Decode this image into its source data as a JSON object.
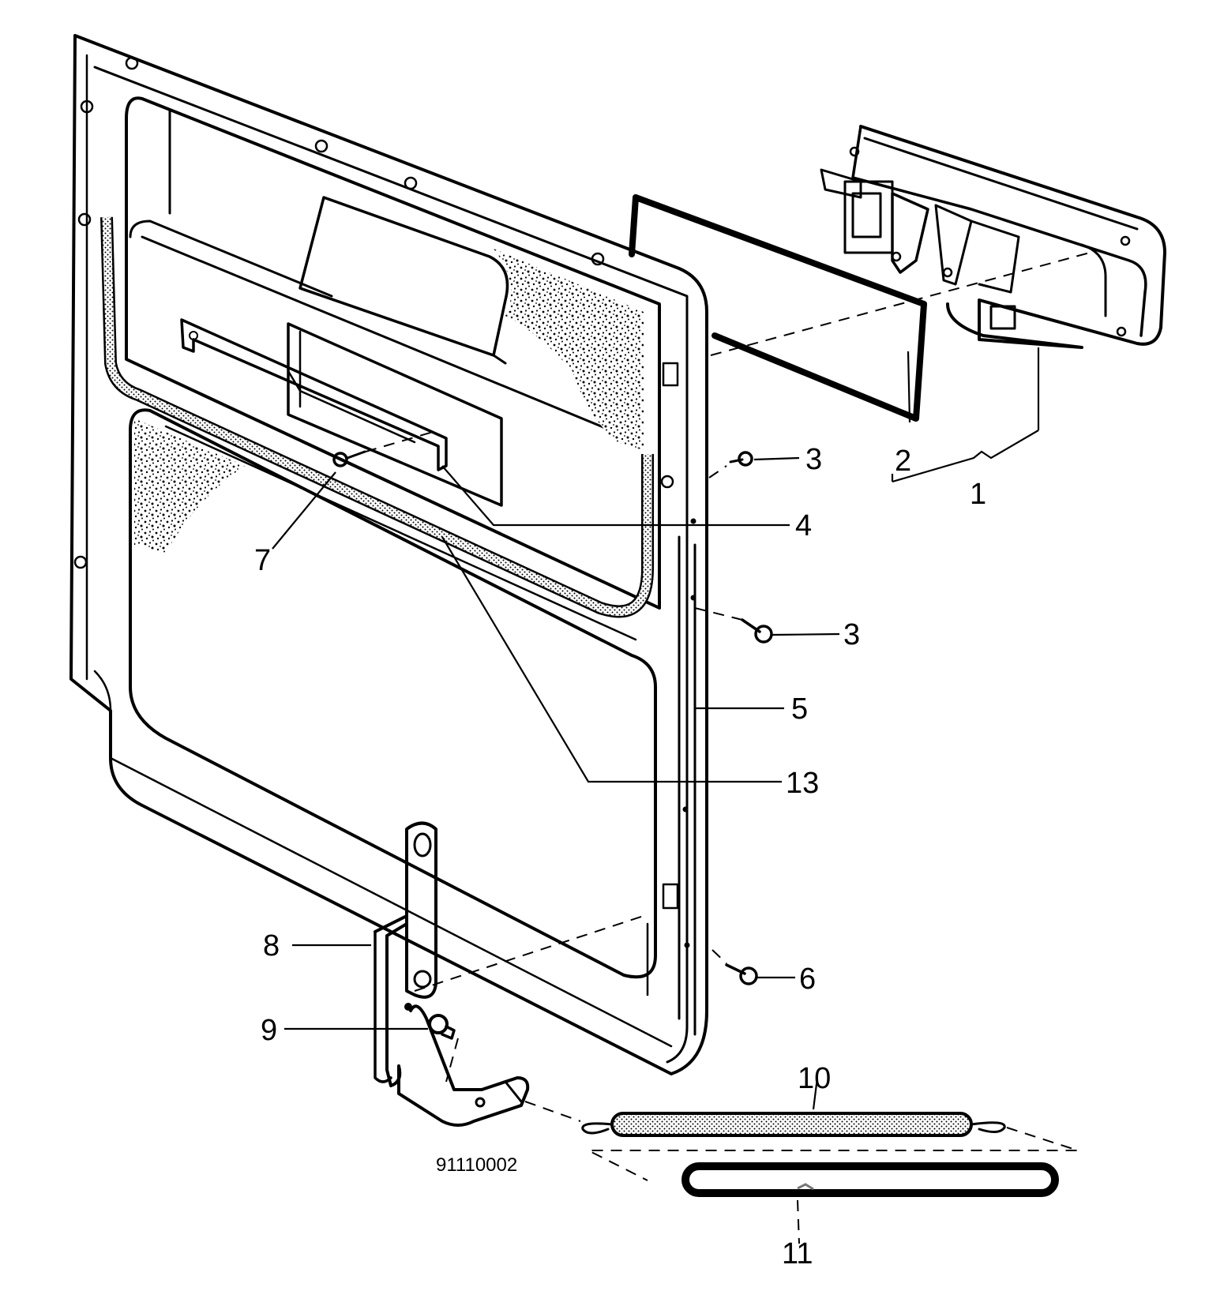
{
  "diagram": {
    "part_number": "91110002",
    "callouts": [
      {
        "id": "c1",
        "label": "1"
      },
      {
        "id": "c2",
        "label": "2"
      },
      {
        "id": "c3a",
        "label": "3"
      },
      {
        "id": "c3b",
        "label": "3"
      },
      {
        "id": "c4",
        "label": "4"
      },
      {
        "id": "c5",
        "label": "5"
      },
      {
        "id": "c6",
        "label": "6"
      },
      {
        "id": "c7",
        "label": "7"
      },
      {
        "id": "c8",
        "label": "8"
      },
      {
        "id": "c9",
        "label": "9"
      },
      {
        "id": "c10",
        "label": "10"
      },
      {
        "id": "c11",
        "label": "11"
      },
      {
        "id": "c13",
        "label": "13"
      }
    ]
  }
}
